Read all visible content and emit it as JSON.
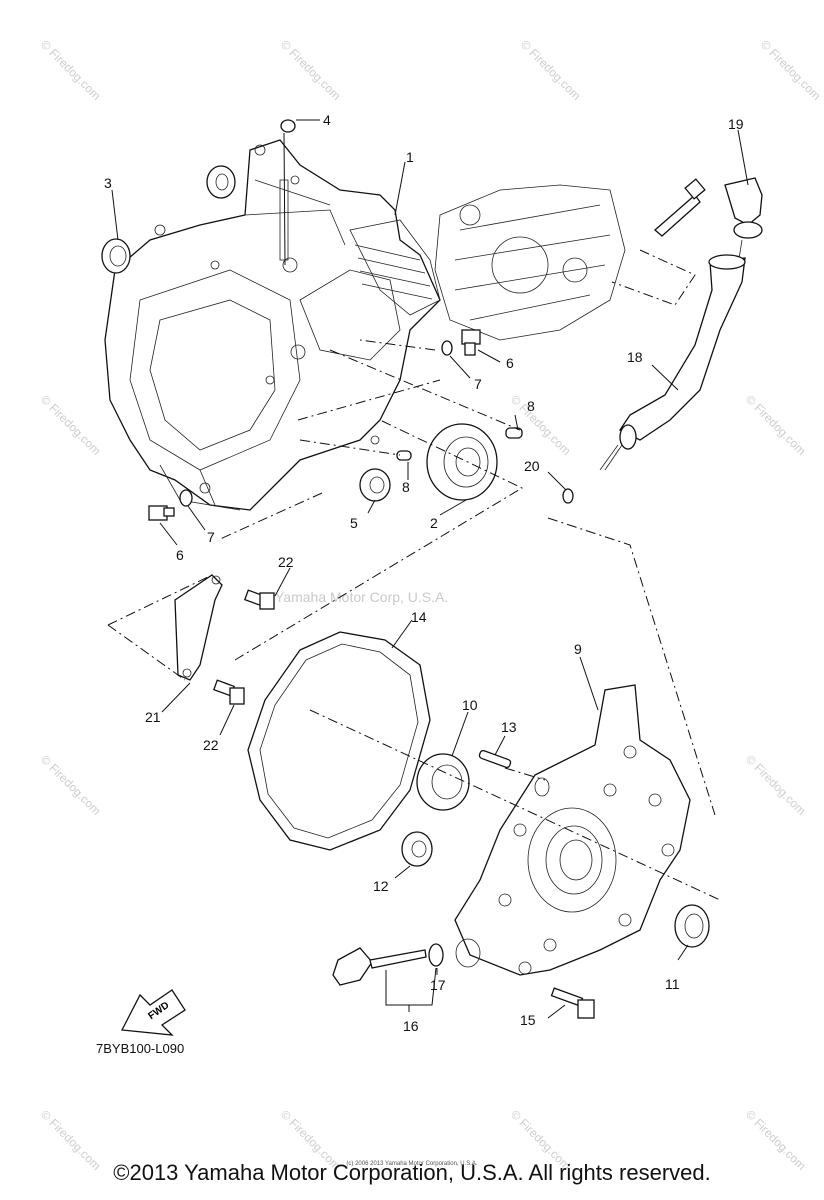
{
  "diagram": {
    "part_code": "7BYB100-L090",
    "fwd_label": "FWD",
    "watermark_center": "Yamaha Motor Corp, U.S.A.",
    "watermark_small": "© Firedog.com",
    "callouts": [
      "1",
      "2",
      "3",
      "4",
      "5",
      "6",
      "6",
      "7",
      "7",
      "8",
      "8",
      "9",
      "10",
      "11",
      "12",
      "13",
      "14",
      "15",
      "16",
      "17",
      "18",
      "19",
      "20",
      "21",
      "22",
      "22"
    ]
  },
  "footer": {
    "copyright": "©2013 Yamaha Motor Corporation, U.S.A. All rights reserved.",
    "tiny_notice": "(c) 2006 2013 Yamaha Motor Corporation, U.S.A."
  }
}
